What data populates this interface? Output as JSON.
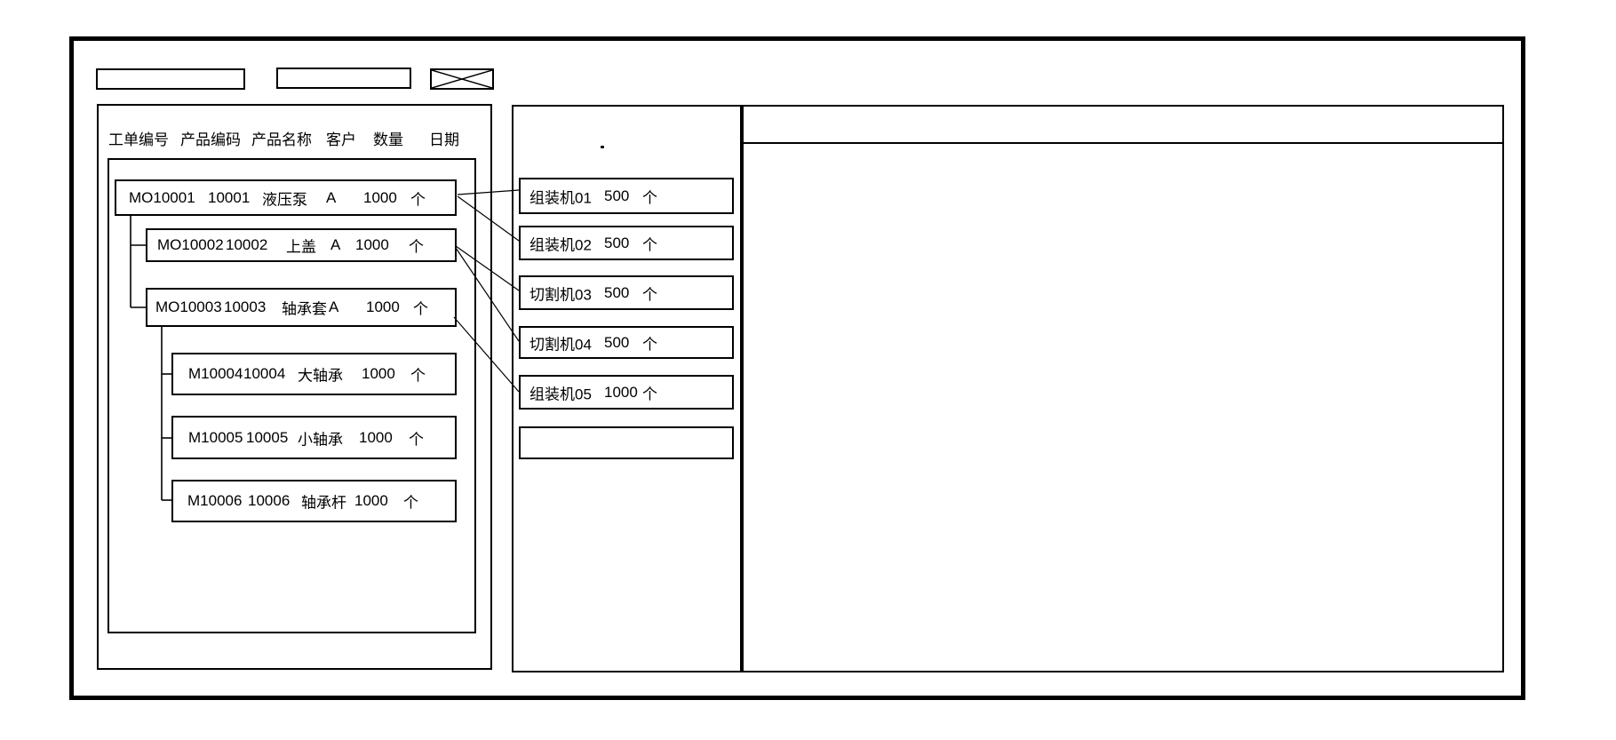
{
  "palette": {
    "line_color": "#000000",
    "background": "#ffffff"
  },
  "toolbar": {
    "field1_value": "",
    "field2_value": "",
    "image_placeholder": "x-crossed-box"
  },
  "order_table": {
    "columns": [
      "工单编号",
      "产品编码",
      "产品名称",
      "客户",
      "数量",
      "日期"
    ],
    "orders": [
      {
        "order_no": "MO10001",
        "product_code": "10001",
        "product_name": "液压泵",
        "customer": "A",
        "qty": "1000",
        "unit": "个"
      },
      {
        "order_no": "MO10002",
        "product_code": "10002",
        "product_name": "上盖",
        "customer": "A",
        "qty": "1000",
        "unit": "个"
      },
      {
        "order_no": "MO10003",
        "product_code": "10003",
        "product_name": "轴承套",
        "customer": "A",
        "qty": "1000",
        "unit": "个"
      },
      {
        "order_no": "M10004",
        "product_code": "10004",
        "product_name": "大轴承",
        "customer": "",
        "qty": "1000",
        "unit": "个"
      },
      {
        "order_no": "M10005",
        "product_code": "10005",
        "product_name": "小轴承",
        "customer": "",
        "qty": "1000",
        "unit": "个"
      },
      {
        "order_no": "M10006",
        "product_code": "10006",
        "product_name": "轴承杆",
        "customer": "",
        "qty": "1000",
        "unit": "个"
      }
    ]
  },
  "machine_list": {
    "header_mark": ".",
    "machines": [
      {
        "name": "组装机01",
        "qty": "500",
        "unit": "个"
      },
      {
        "name": "组装机02",
        "qty": "500",
        "unit": "个"
      },
      {
        "name": "切割机03",
        "qty": "500",
        "unit": "个"
      },
      {
        "name": "切割机04",
        "qty": "500",
        "unit": "个"
      },
      {
        "name": "组装机05",
        "qty": "1000",
        "unit": "个"
      },
      {
        "name": "",
        "qty": "",
        "unit": ""
      }
    ]
  },
  "assignments": [
    {
      "from": "MO10001",
      "to": "组装机01"
    },
    {
      "from": "MO10001",
      "to": "组装机02"
    },
    {
      "from": "MO10002",
      "to": "切割机03"
    },
    {
      "from": "MO10002",
      "to": "切割机04"
    },
    {
      "from": "MO10003",
      "to": "组装机05"
    }
  ],
  "detail_panel": {
    "header_text": "",
    "body_text": ""
  }
}
